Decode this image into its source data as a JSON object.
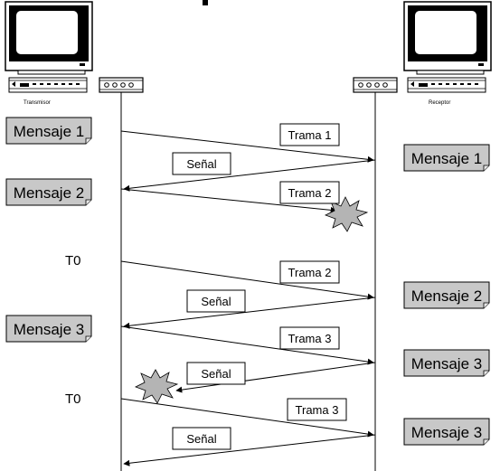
{
  "devices": {
    "transmitter_label": "Transmisor",
    "receiver_label": "Receptor"
  },
  "timeouts": {
    "t0_first": "T0",
    "t0_second": "T0"
  },
  "left_messages": {
    "m1": "Mensaje 1",
    "m2": "Mensaje 2",
    "m3": "Mensaje 3"
  },
  "right_messages": {
    "m1": "Mensaje 1",
    "m2": "Mensaje 2",
    "m3a": "Mensaje 3",
    "m3b": "Mensaje 3"
  },
  "frames": {
    "f1": "Trama 1",
    "f2_lost": "Trama 2",
    "f2_retry": "Trama 2",
    "f3": "Trama 3",
    "f3_retry": "Trama 3"
  },
  "signals": {
    "s1": "Señal",
    "s2": "Señal",
    "s3_lost": "Señal",
    "s4": "Señal"
  },
  "colors": {
    "note_fill": "#c8c8c8",
    "burst_fill": "#b4b4b4",
    "line": "#000000"
  }
}
